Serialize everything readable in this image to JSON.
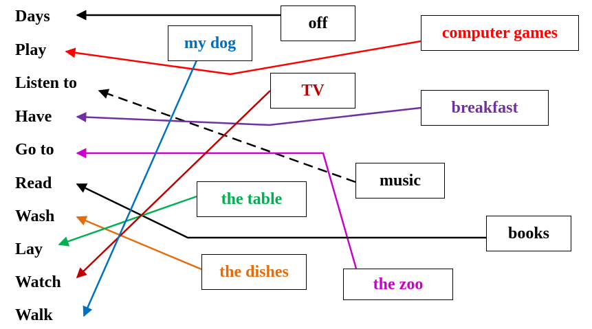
{
  "verbs": [
    "Days",
    "Play",
    "Listen to",
    "Have",
    "Go to",
    "Read",
    "Wash",
    "Lay",
    "Watch",
    "Walk"
  ],
  "boxes": [
    {
      "label": "off",
      "color": "#000000"
    },
    {
      "label": "my dog",
      "color": "#0070C0"
    },
    {
      "label": "computer games",
      "color": "#FF0000"
    },
    {
      "label": "TV",
      "color": "#C00000"
    },
    {
      "label": "breakfast",
      "color": "#7030A0"
    },
    {
      "label": "music",
      "color": "#000000"
    },
    {
      "label": "the table",
      "color": "#00B050"
    },
    {
      "label": "books",
      "color": "#000000"
    },
    {
      "label": "the dishes",
      "color": "#E46C0A"
    },
    {
      "label": "the zoo",
      "color": "#CC00CC"
    }
  ],
  "links": [
    {
      "from": "off",
      "to": "Days",
      "color": "#000000",
      "dashed": false
    },
    {
      "from": "computer games",
      "to": "Play",
      "color": "#FF0000",
      "dashed": false
    },
    {
      "from": "music",
      "to": "Listen to",
      "color": "#000000",
      "dashed": true
    },
    {
      "from": "breakfast",
      "to": "Have",
      "color": "#7030A0",
      "dashed": false
    },
    {
      "from": "the zoo",
      "to": "Go to",
      "color": "#CC00CC",
      "dashed": false
    },
    {
      "from": "books",
      "to": "Read",
      "color": "#000000",
      "dashed": false
    },
    {
      "from": "the dishes",
      "to": "Wash",
      "color": "#E46C0A",
      "dashed": false
    },
    {
      "from": "the table",
      "to": "Lay",
      "color": "#00B050",
      "dashed": false
    },
    {
      "from": "TV",
      "to": "Watch",
      "color": "#C00000",
      "dashed": false
    },
    {
      "from": "my dog",
      "to": "Walk",
      "color": "#0070C0",
      "dashed": false
    }
  ]
}
